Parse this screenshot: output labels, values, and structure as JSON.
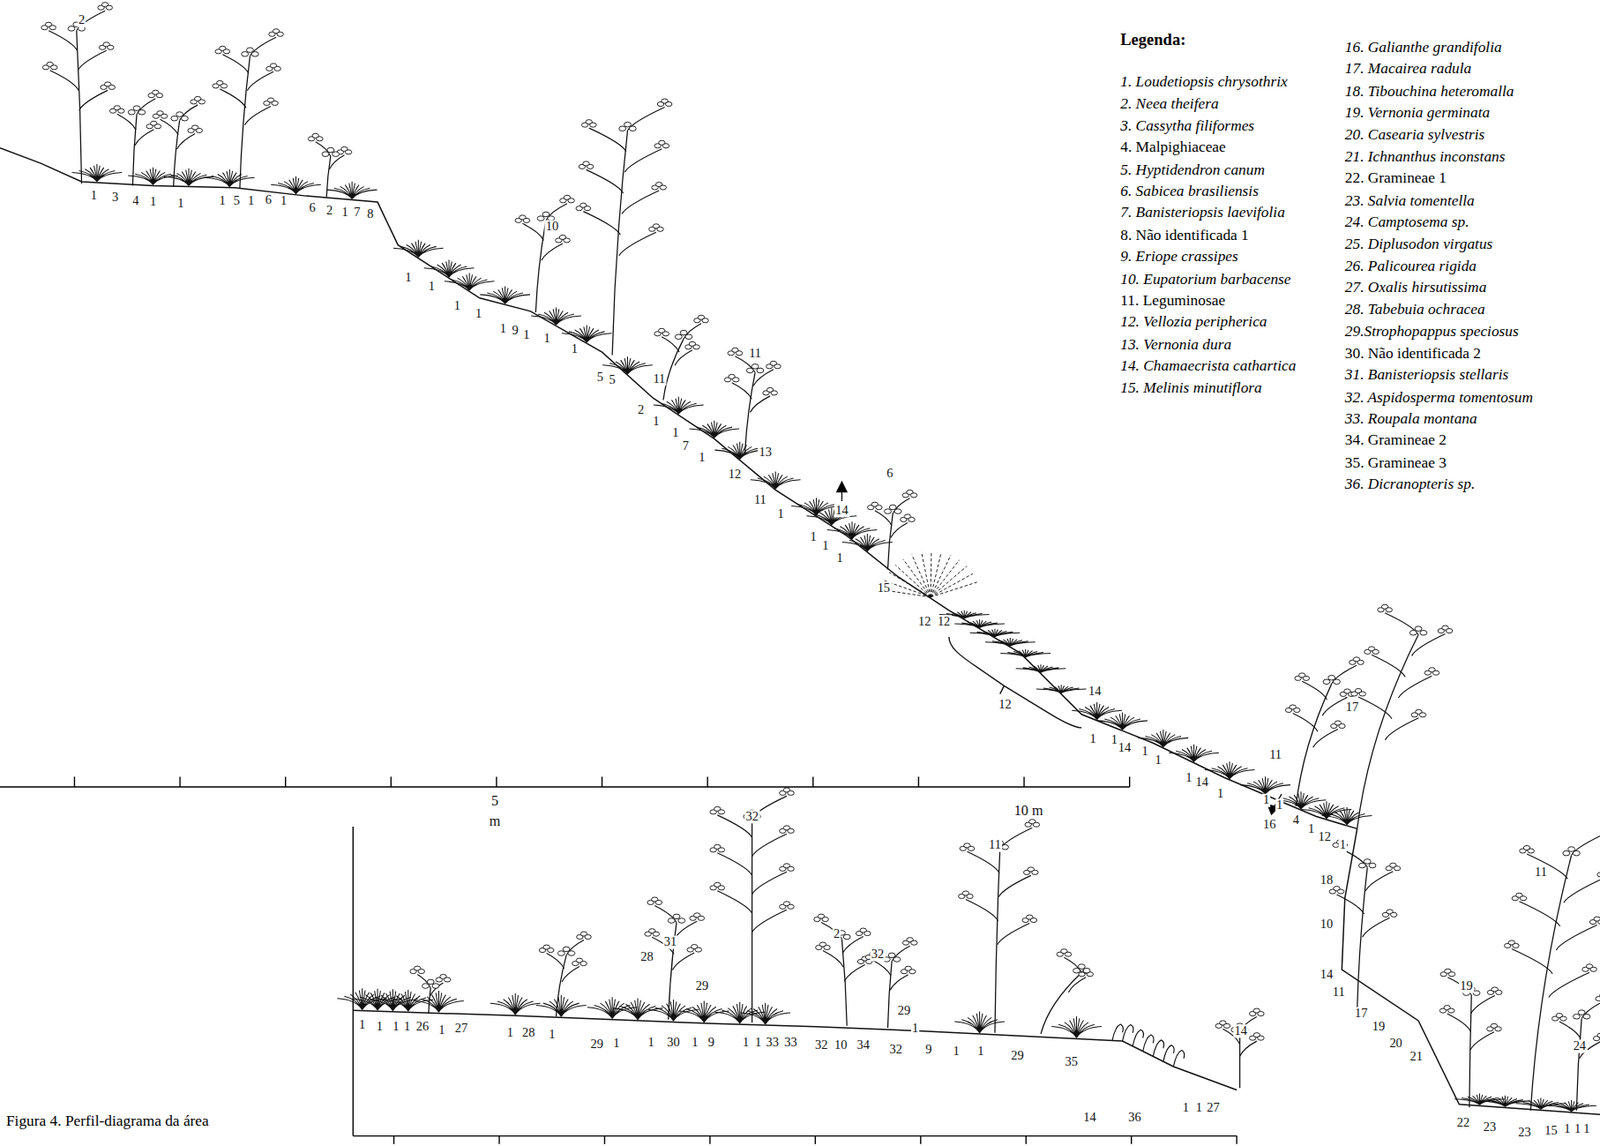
{
  "diagram": {
    "caption": "Figura 4. Perfil-diagrama da área",
    "labels": [
      "Legenda:",
      "2",
      "1",
      "3",
      "4",
      "1",
      "1",
      "1",
      "5",
      "1",
      "6",
      "1",
      "6",
      "2",
      "1",
      "7",
      "8",
      "1",
      "1",
      "1",
      "1",
      "10",
      "1",
      "9",
      "1",
      "1",
      "1",
      "5",
      "5",
      "11",
      "11",
      "2",
      "1",
      "1",
      "7",
      "1",
      "13",
      "12",
      "11",
      "1",
      "14",
      "6",
      "1",
      "1",
      "1",
      "15",
      "12",
      "12",
      "12",
      "14",
      "1",
      "1",
      "14",
      "1",
      "1",
      "1",
      "14",
      "1",
      "17",
      "11",
      "1",
      "1",
      "16",
      "4",
      "1",
      "12",
      "1",
      "18",
      "10",
      "14",
      "11",
      "17",
      "19",
      "20",
      "21",
      "19",
      "11",
      "24",
      "22",
      "23",
      "23",
      "15",
      "1",
      "1",
      "1",
      "1",
      "1",
      "1",
      "1",
      "26",
      "1",
      "27",
      "1",
      "28",
      "1",
      "32",
      "31",
      "28",
      "29",
      "29",
      "1",
      "1",
      "30",
      "1",
      "9",
      "1",
      "1",
      "33",
      "33",
      "2",
      "32",
      "29",
      "1",
      "32",
      "10",
      "34",
      "32",
      "9",
      "1",
      "1",
      "11",
      "29",
      "35",
      "14",
      "36",
      "1",
      "1",
      "27",
      "14",
      "5",
      "m",
      "10 m"
    ],
    "legend": [
      {
        "text": "1. Loudetiopsis chrysothrix"
      },
      {
        "text": "2. Neea theifera"
      },
      {
        "text": "3. Cassytha filiformes"
      },
      {
        "text": "4. Malpighiaceae"
      },
      {
        "text": "5. Hyptidendron canum"
      },
      {
        "text": "6. Sabicea brasiliensis"
      },
      {
        "text": "7. Banisteriopsis laevifolia"
      },
      {
        "text": "8. Não identificada 1"
      },
      {
        "text": "9. Eriope crassipes"
      },
      {
        "text": "10. Eupatorium barbacense"
      },
      {
        "text": "11. Leguminosae"
      },
      {
        "text": "12. Vellozia peripherica"
      },
      {
        "text": "13. Vernonia dura"
      },
      {
        "text": "14. Chamaecrista cathartica"
      },
      {
        "text": "15. Melinis minutiflora"
      },
      {
        "text": "16. Galianthe grandifolia"
      },
      {
        "text": "17. Macairea radula"
      },
      {
        "text": "18. Tibouchina heteromalla"
      },
      {
        "text": "19. Vernonia germinata"
      },
      {
        "text": "20. Casearia sylvestris"
      },
      {
        "text": "21. Ichnanthus inconstans"
      },
      {
        "text": "22. Gramineae 1"
      },
      {
        "text": "23. Salvia tomentella"
      },
      {
        "text": "24. Camptosema sp."
      },
      {
        "text": "25. Diplusodon virgatus"
      },
      {
        "text": "26. Palicourea rigida"
      },
      {
        "text": "27. Oxalis hirsutissima"
      },
      {
        "text": "28. Tabebuia ochracea"
      },
      {
        "text": "29.Strophopappus speciosus"
      },
      {
        "text": "30. Não identificada 2"
      },
      {
        "text": "31. Banisteriopsis stellaris"
      },
      {
        "text": "32. Aspidosperma tomentosum"
      },
      {
        "text": "33. Roupala montana"
      },
      {
        "text": "34. Gramineae 2"
      },
      {
        "text": "35. Gramineae 3"
      },
      {
        "text": "36. Dicranopteris sp."
      }
    ]
  }
}
